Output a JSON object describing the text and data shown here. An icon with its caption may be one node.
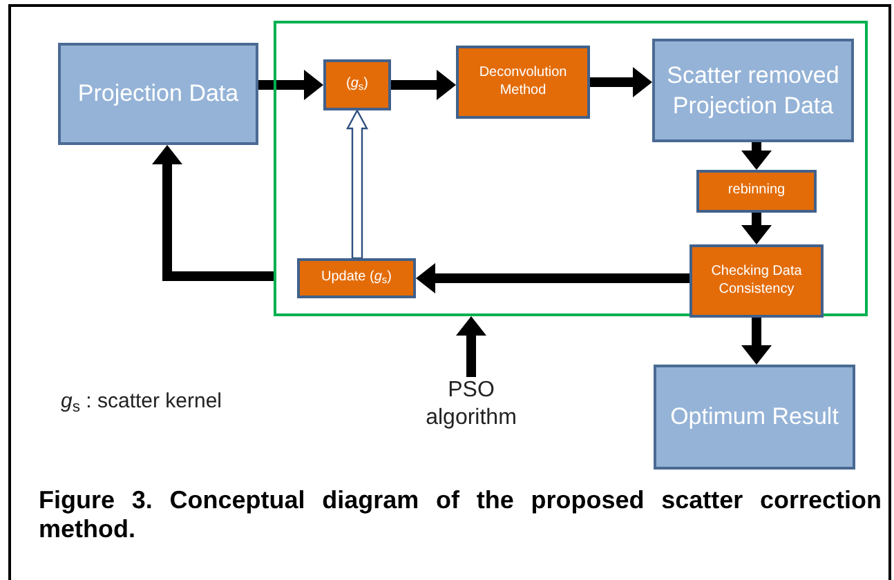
{
  "diagram": {
    "caption": "Figure 3. Conceptual diagram of the proposed scatter correction method.",
    "nodes": [
      {
        "text": [],
        "shape": "box"
      },
      {
        "text": [
          "Projection Data"
        ]
      },
      {
        "text": [
          "(*g*$_{s}$)"
        ],
        "in": 0
      },
      {
        "text": [
          "Deconvolution Method"
        ],
        "in": 0
      },
      {
        "text": [
          "Scatter removed Projection Data"
        ],
        "in": 0
      },
      {
        "text": [
          "rebinning"
        ],
        "in": 0
      },
      {
        "text": [
          "Checking Data Consistency"
        ],
        "in": 0
      },
      {
        "text": [
          "Update (*g*$_{s}$)"
        ],
        "in": 0
      },
      {
        "text": [
          "PSO algorithm"
        ]
      },
      {
        "text": [
          "Optimum Result"
        ]
      }
    ],
    "edges": [
      {
        "from": 1,
        "to": 2,
        "arrow": "to"
      },
      {
        "from": 2,
        "to": 3,
        "arrow": "to"
      },
      {
        "from": 3,
        "to": 4,
        "arrow": "to"
      },
      {
        "from": 4,
        "to": 5,
        "arrow": "to"
      },
      {
        "from": 5,
        "to": 6,
        "arrow": "to"
      },
      {
        "from": 6,
        "to": 7,
        "arrow": "to"
      },
      {
        "from": 7,
        "to": 2,
        "arrow": "to",
        "color": "#ffffff"
      },
      {
        "from": 0,
        "to": 1,
        "arrow": "to"
      },
      {
        "from": 8,
        "to": 0,
        "arrow": "to"
      },
      {
        "from": 6,
        "to": 9,
        "arrow": "to"
      }
    ],
    "labels": [
      "*g*$_{s}$ : scatter kernel"
    ]
  }
}
